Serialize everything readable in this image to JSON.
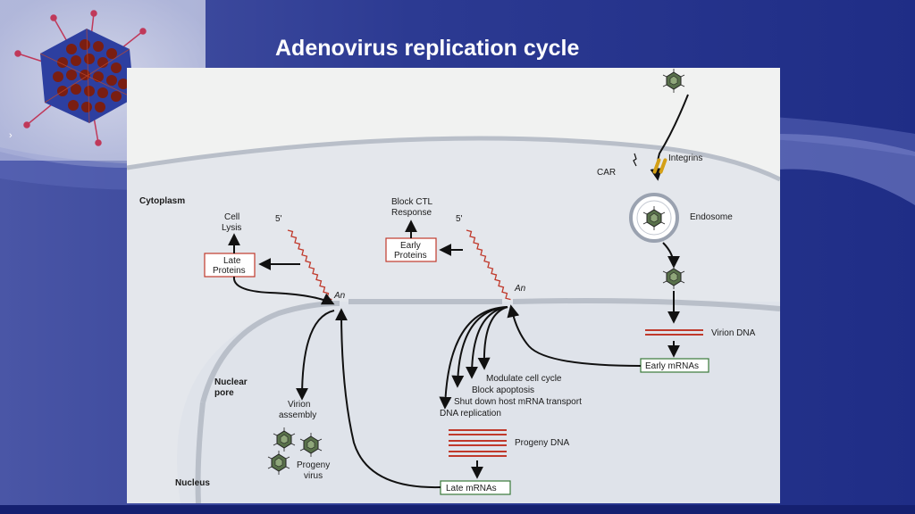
{
  "slide": {
    "title": "Adenovirus replication cycle",
    "bullet": "›"
  },
  "colors": {
    "background": "#2c3a92",
    "panel": "#f1f2f1",
    "cytoplasm": "#e4e7ec",
    "nucleus": "#dfe3ea",
    "mrna": "#c0392b",
    "box_border": "#c0392b",
    "early_box_border": "#3a7a3a",
    "integrin": "#d4a017"
  },
  "diagram": {
    "cytoplasm_label": "Cytoplasm",
    "nucleus_label": "Nucleus",
    "nuclear_pore_label_line1": "Nuclear",
    "nuclear_pore_label_line2": "pore",
    "car_label": "CAR",
    "integrins_label": "Integrins",
    "endosome_label": "Endosome",
    "virion_dna_label": "Virion DNA",
    "early_mrnas_label": "Early mRNAs",
    "late_mrnas_label": "Late mRNAs",
    "progeny_dna_label": "Progeny DNA",
    "dna_replication_label": "DNA replication",
    "shut_down_label": "Shut down host mRNA transport",
    "block_apoptosis_label": "Block apoptosis",
    "modulate_label": "Modulate cell cycle",
    "virion_assembly_line1": "Virion",
    "virion_assembly_line2": "assembly",
    "progeny_virus_line1": "Progeny",
    "progeny_virus_line2": "virus",
    "late_proteins_line1": "Late",
    "late_proteins_line2": "Proteins",
    "early_proteins_line1": "Early",
    "early_proteins_line2": "Proteins",
    "cell_lysis_line1": "Cell",
    "cell_lysis_line2": "Lysis",
    "block_ctl_line1": "Block CTL",
    "block_ctl_line2": "Response",
    "five_prime": "5'",
    "poly_a": "An"
  }
}
